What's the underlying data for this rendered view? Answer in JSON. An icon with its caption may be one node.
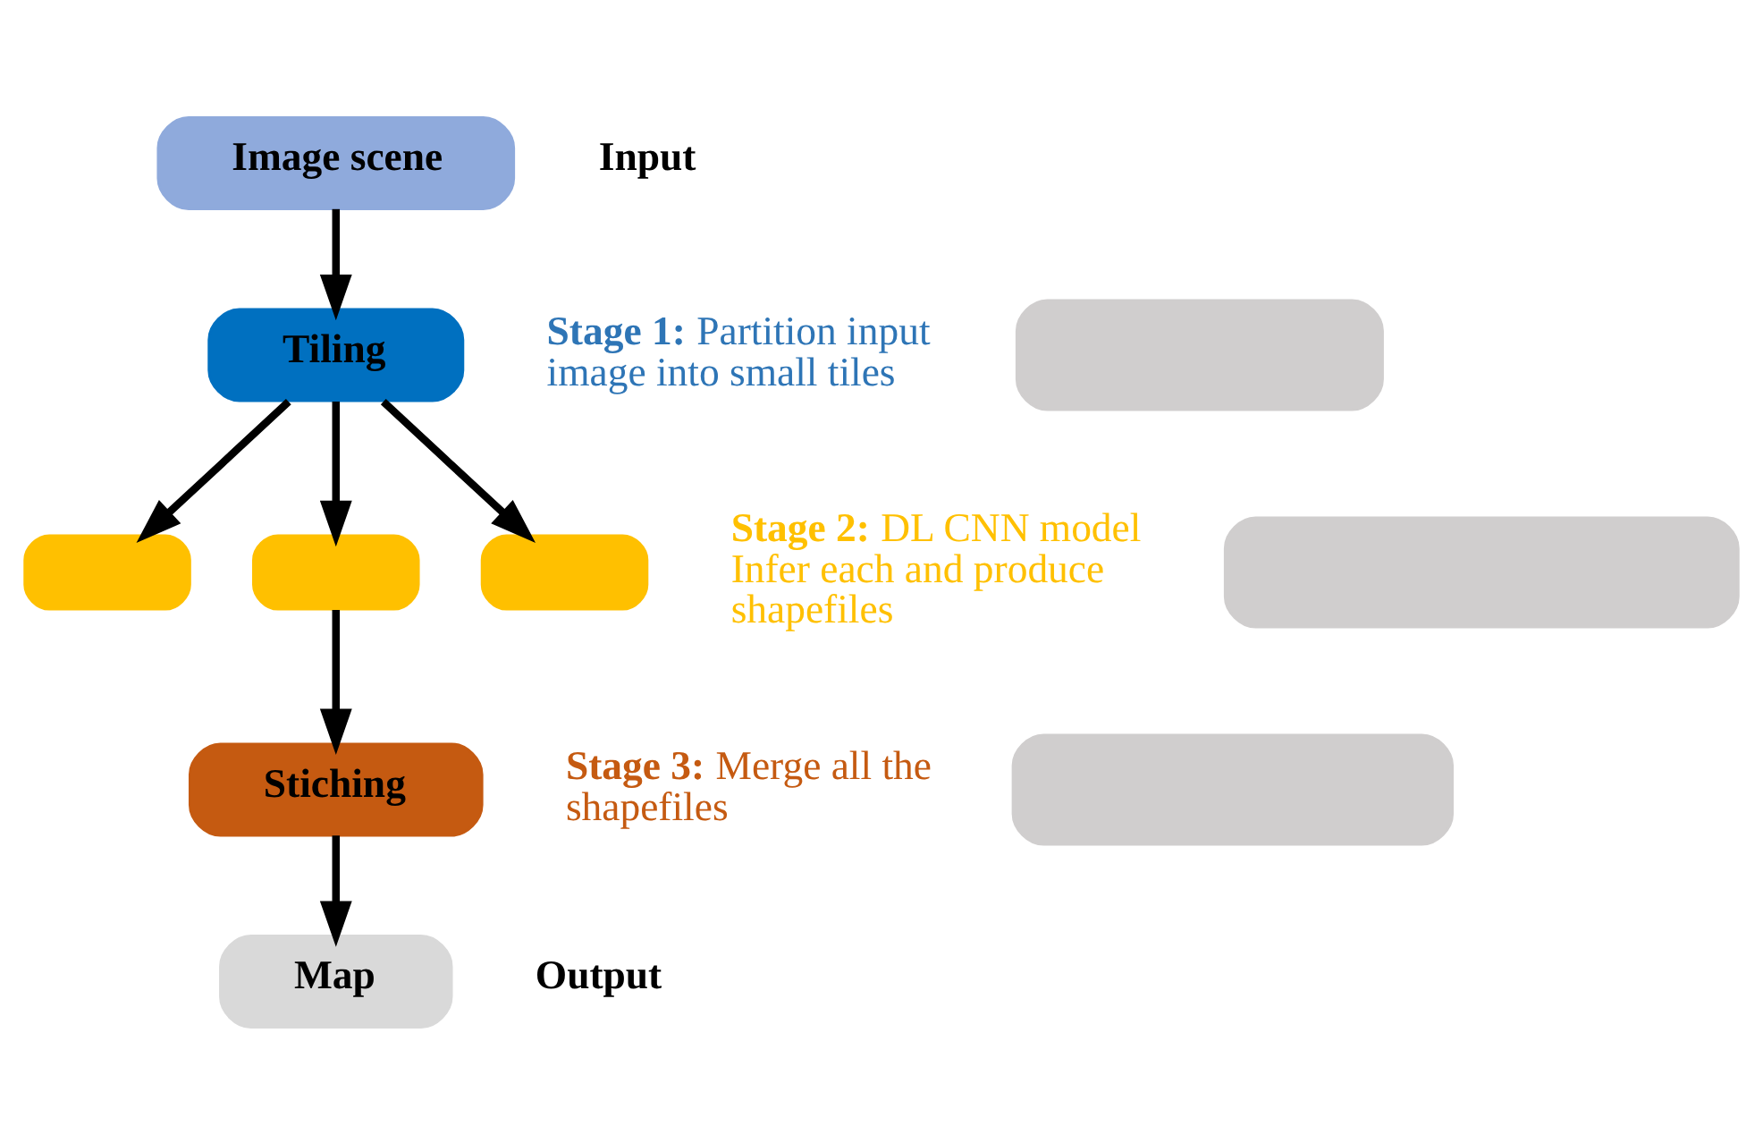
{
  "diagram": {
    "nodes": [
      {
        "text": [
          "Image scene"
        ],
        "beside": [
          "Input"
        ]
      },
      {
        "text": [
          "Tiling"
        ]
      },
      {
        "text": [],
        "shape": "box"
      },
      {
        "text": [],
        "shape": "box"
      },
      {
        "text": [],
        "shape": "box"
      },
      {
        "text": [
          "Stiching"
        ]
      },
      {
        "text": [
          "Map"
        ],
        "beside": [
          "Output"
        ]
      },
      {
        "text": [],
        "shape": "box"
      },
      {
        "text": [],
        "shape": "box"
      },
      {
        "text": [],
        "shape": "box"
      }
    ],
    "edges": [
      {
        "from": 0,
        "to": 1,
        "arrow": "to"
      },
      {
        "from": 1,
        "to": 2,
        "arrow": "to"
      },
      {
        "from": 1,
        "to": 3,
        "arrow": "to"
      },
      {
        "from": 1,
        "to": 4,
        "arrow": "to"
      },
      {
        "from": 3,
        "to": 5,
        "arrow": "to"
      },
      {
        "from": 5,
        "to": 6,
        "arrow": "to"
      }
    ],
    "labels": [
      "**Stage 1:** Partition input image into small tiles",
      "**Stage 2:** DL CNN model Infer each and produce shapefiles",
      "**Stage 3:** Merge all the shapefiles"
    ]
  }
}
